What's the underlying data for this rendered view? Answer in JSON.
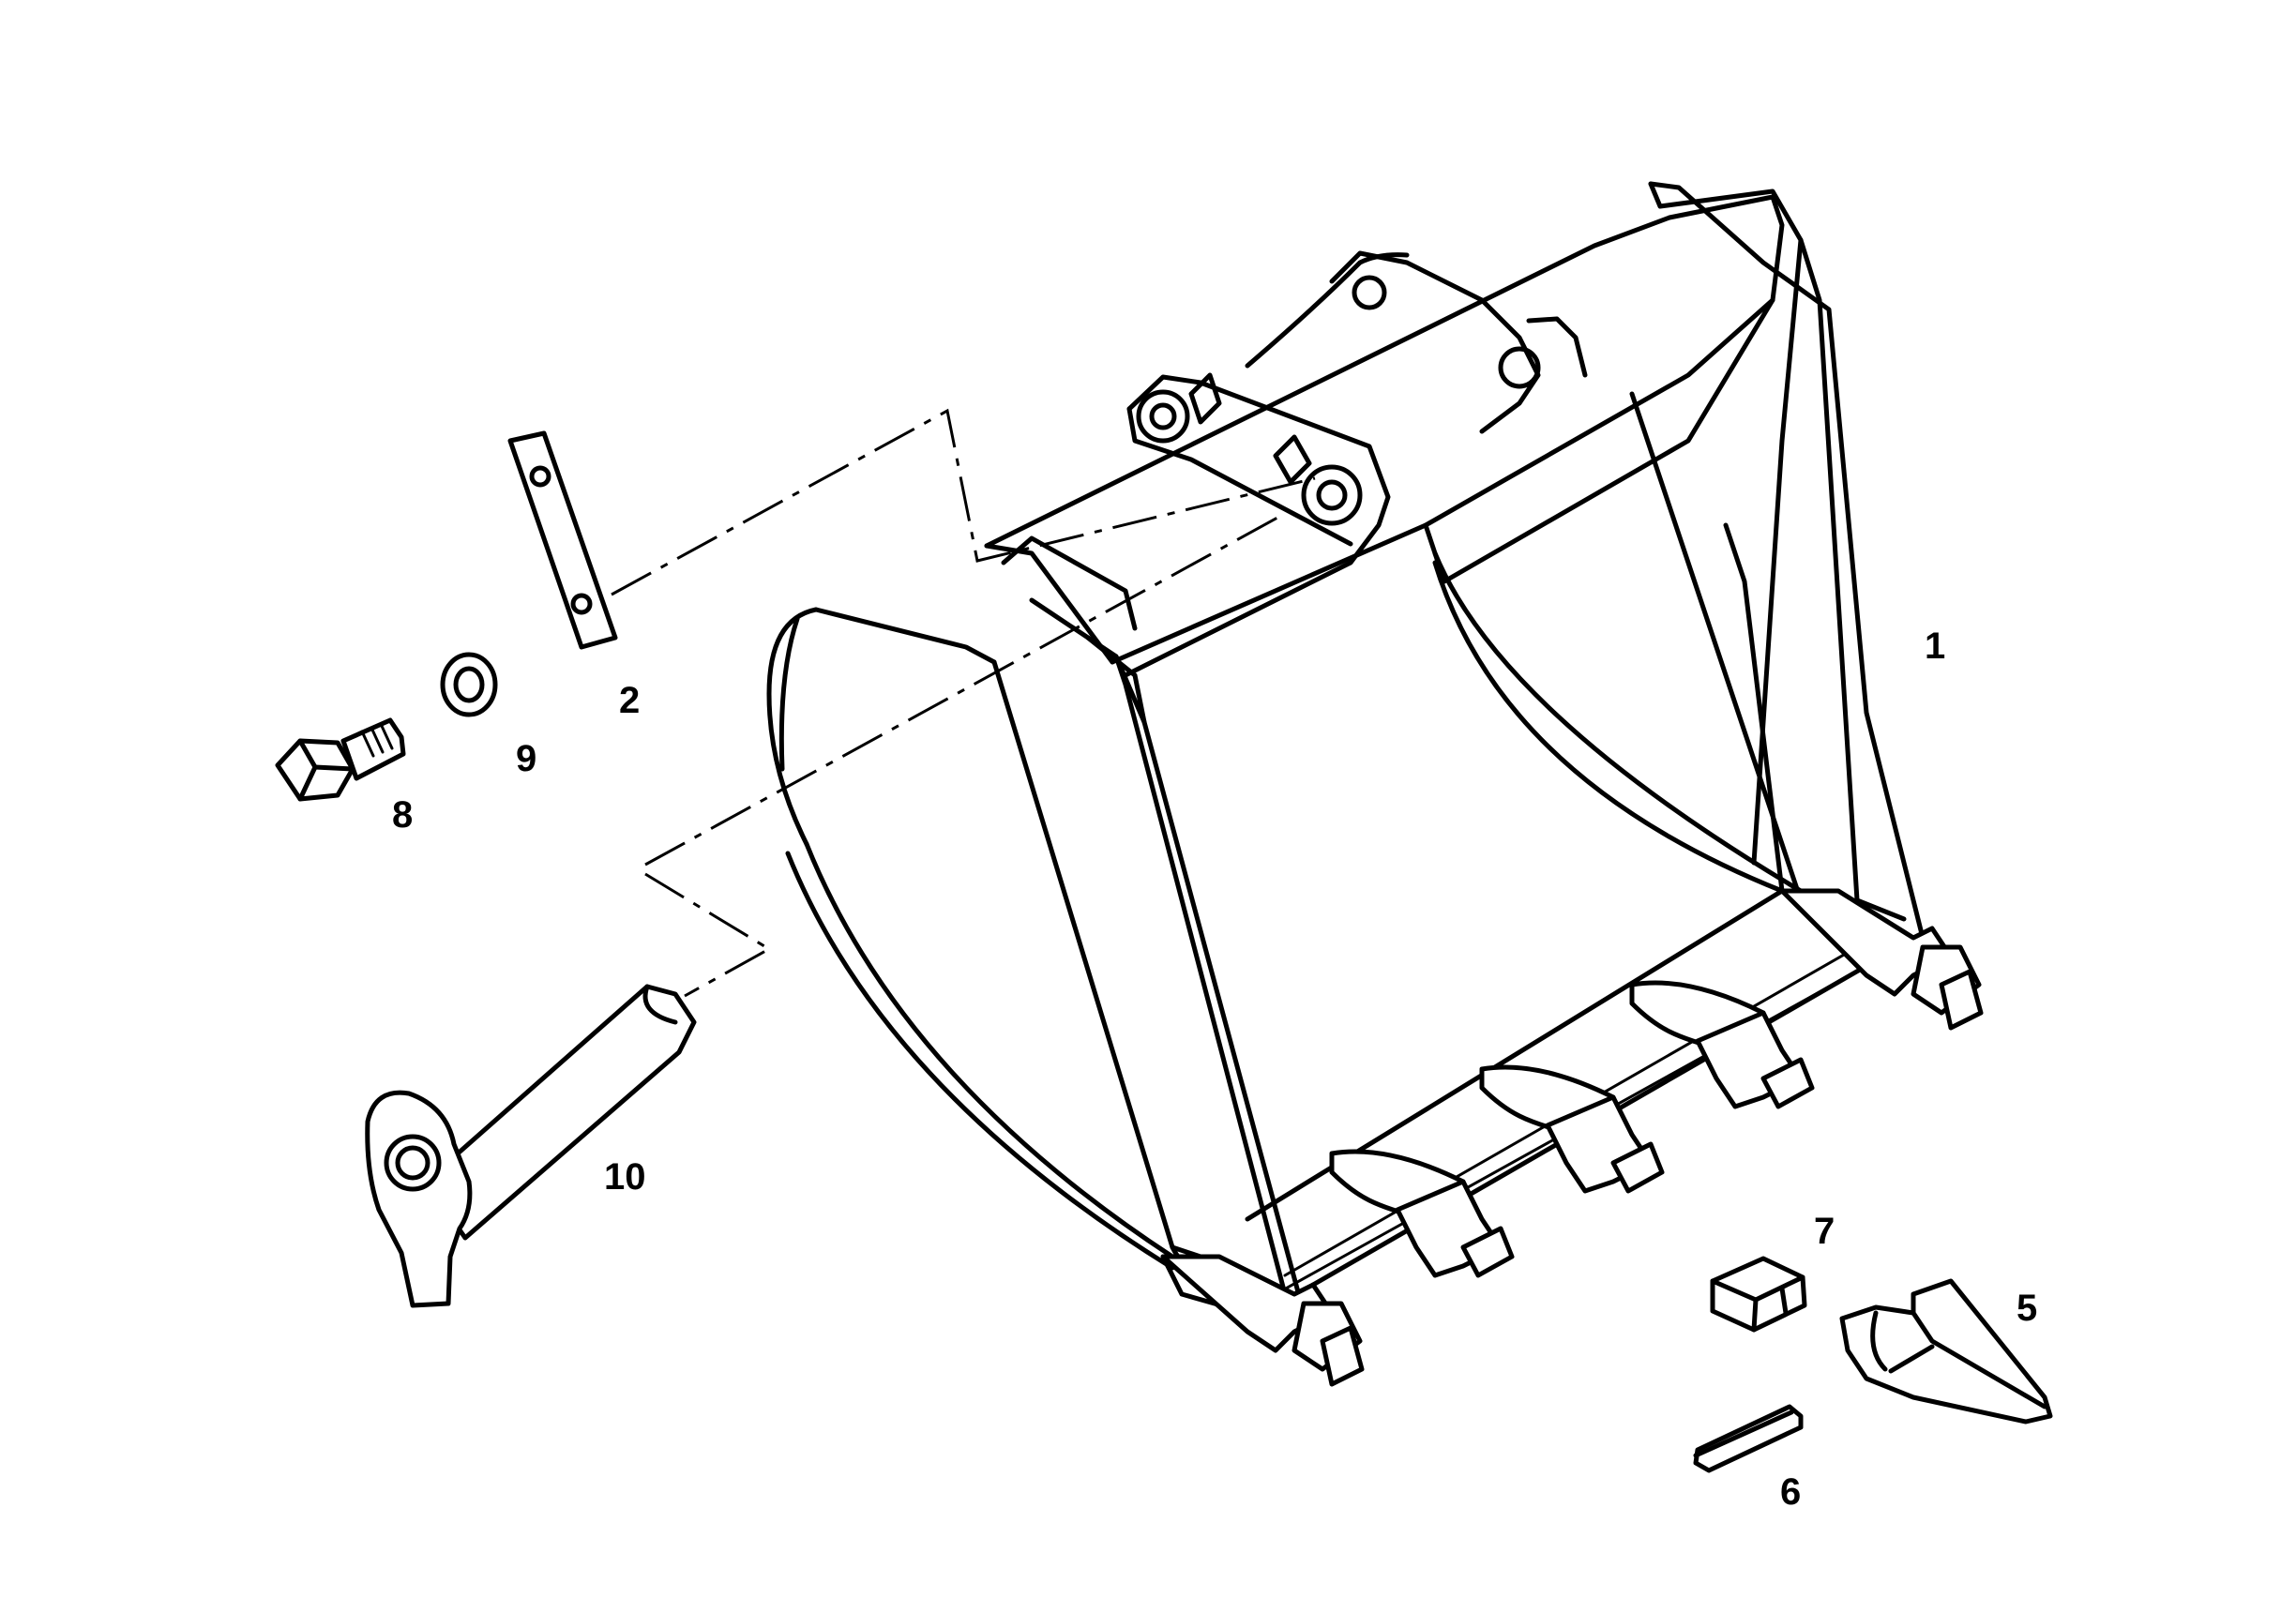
{
  "diagram": {
    "type": "exploded-parts-view",
    "line_color": "#000000",
    "background": "#ffffff",
    "callouts": [
      {
        "id": "1",
        "label": "1",
        "part": "bucket"
      },
      {
        "id": "2",
        "label": "2",
        "part": "plate"
      },
      {
        "id": "5",
        "label": "5",
        "part": "tooth"
      },
      {
        "id": "6",
        "label": "6",
        "part": "retainer-pin"
      },
      {
        "id": "7",
        "label": "7",
        "part": "lock"
      },
      {
        "id": "8",
        "label": "8",
        "part": "bolt"
      },
      {
        "id": "9",
        "label": "9",
        "part": "washer"
      },
      {
        "id": "10",
        "label": "10",
        "part": "pin"
      }
    ]
  }
}
